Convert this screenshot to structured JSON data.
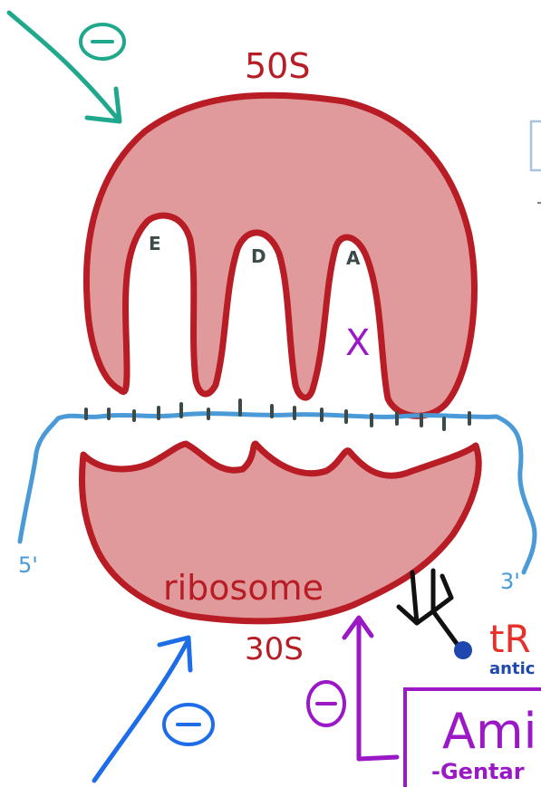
{
  "colors": {
    "ribosome_outline": "#b81c24",
    "ribosome_fill": "#e09a9c",
    "mrna": "#4a9ad8",
    "codon_ticks": "#3d4a4a",
    "teal": "#1fa88b",
    "blue": "#1e6de8",
    "purple": "#9a18c6",
    "trna": "#111111",
    "trna_ball": "#1f47b0",
    "trna_label": "#e8302a",
    "anticodon_label": "#1f47b0",
    "box_outline": "#9a18c6",
    "faint_box": "#a8c2e0"
  },
  "labels": {
    "large_subunit": "50S",
    "small_subunit": "30S",
    "ribosome": "ribosome",
    "site_e": "E",
    "site_d": "D",
    "site_a": "A",
    "blocked_mark": "X",
    "five_prime": "5'",
    "three_prime": "3'",
    "inhibitor_sign": "⊖",
    "trna_partial": "tR",
    "anticodon_partial": "antic",
    "drug_class_partial": "Amin",
    "drug_example_partial": "-Gentar"
  },
  "icons": [
    "minus-circle-icon",
    "arrow-icon"
  ]
}
